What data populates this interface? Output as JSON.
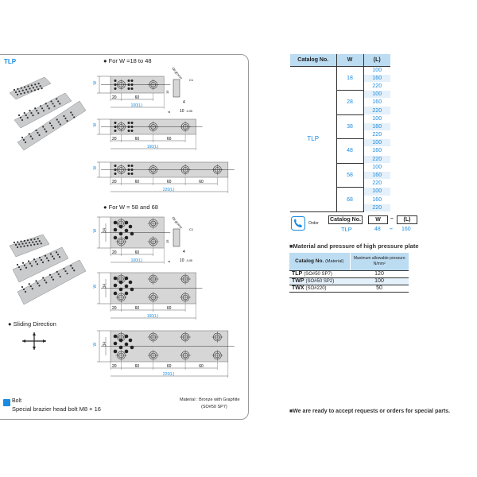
{
  "left": {
    "title": "TLP",
    "section1": "For W =18 to 48",
    "section2": "For W = 58 and 68",
    "sliding_direction": "Sliding Direction",
    "dim": {
      "w": "W",
      "h34": "34",
      "d20": "20",
      "d60": "60",
      "l100": "100(L)",
      "l160": "160(L)",
      "l220": "220(L)",
      "side15": "15",
      "side4": "4",
      "side10": "10",
      "side8": "8",
      "tol": "-0.05",
      "chamfer": "C1",
      "oil": "Oil groove"
    },
    "bolt_title": "Bolt",
    "bolt_desc": "Special brazier head bolt M8 × 16",
    "material_line1": "Material : Bronze with Graphite",
    "material_line2": "(SO#50 SP7)"
  },
  "catalog_table": {
    "headers": [
      "Catalog No.",
      "W",
      "(L)"
    ],
    "catalog": "TLP",
    "groups": [
      {
        "w": "18",
        "l": [
          "100",
          "160",
          "220"
        ]
      },
      {
        "w": "28",
        "l": [
          "100",
          "160",
          "220"
        ]
      },
      {
        "w": "38",
        "l": [
          "100",
          "160",
          "220"
        ]
      },
      {
        "w": "48",
        "l": [
          "100",
          "160",
          "220"
        ]
      },
      {
        "w": "58",
        "l": [
          "100",
          "160",
          "220"
        ]
      },
      {
        "w": "68",
        "l": [
          "100",
          "160",
          "220"
        ]
      }
    ]
  },
  "order": {
    "label": "Order",
    "boxes": [
      "Catalog No.",
      "W",
      "(L)"
    ],
    "example": [
      "TLP",
      "48",
      "160"
    ],
    "dash": "–"
  },
  "material": {
    "heading": "Material and pressure of high pressure plate",
    "col1_a": "Catalog No.",
    "col1_b": "(Material)",
    "col2_a": "Maximum allowable pressure",
    "col2_b": "N/mm²",
    "rows": [
      {
        "code": "TLP",
        "mat": "(SO#50 SP7)",
        "val": "120"
      },
      {
        "code": "TWP",
        "mat": "(SO#50 SP2)",
        "val": "100"
      },
      {
        "code": "TWX",
        "mat": "(SO#220)",
        "val": "50"
      }
    ]
  },
  "footer_note": "We are ready to accept requests or orders for special parts."
}
